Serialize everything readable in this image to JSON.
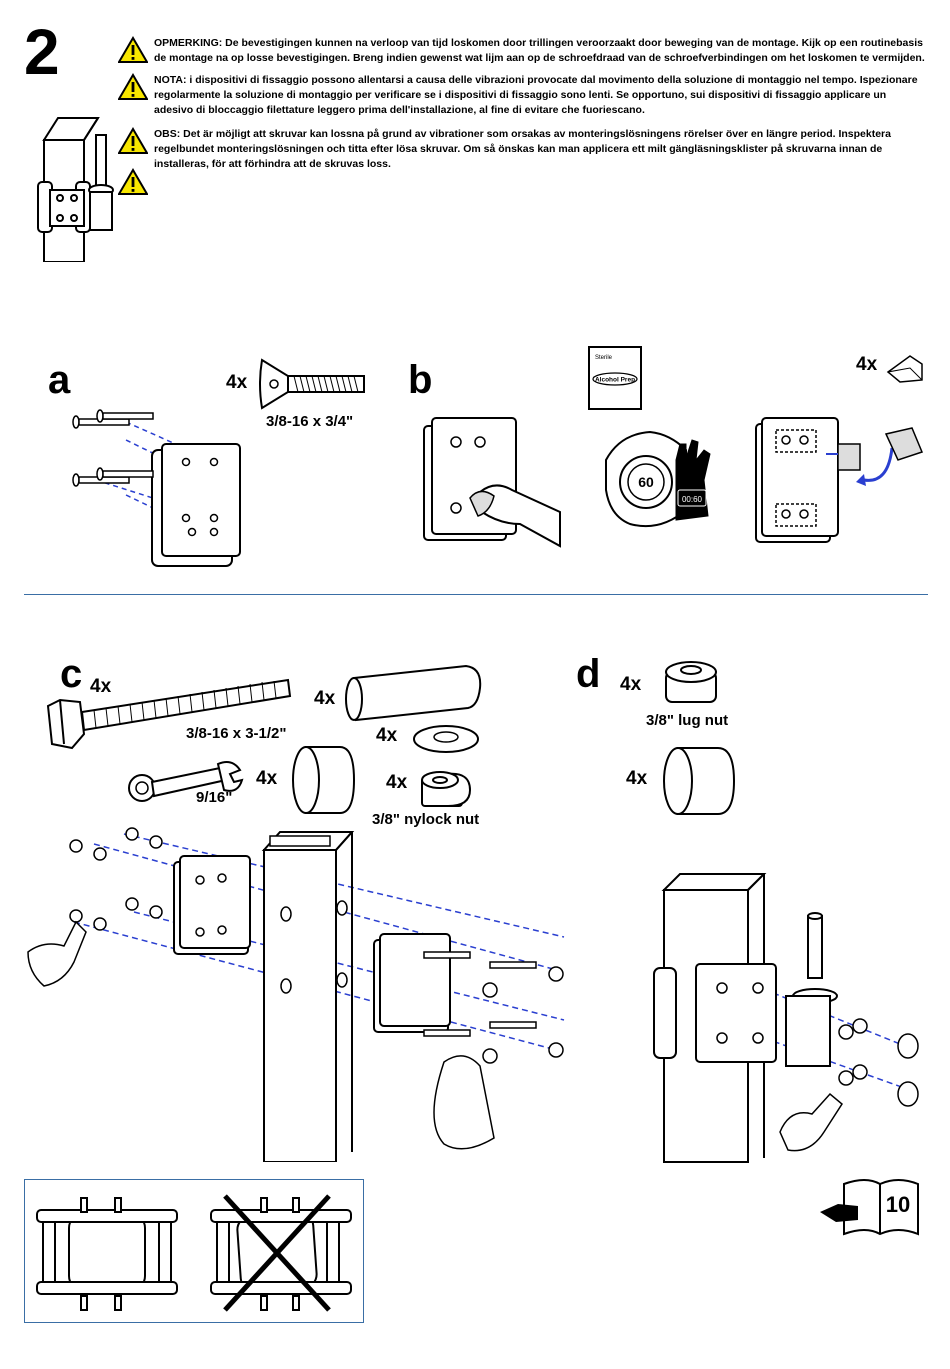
{
  "step": "2",
  "warnings": [
    {
      "lang": "nl",
      "text": "OPMERKING: De bevestigingen kunnen na verloop van tijd loskomen door trillingen veroorzaakt door beweging van de montage. Kijk op een routinebasis de montage na op losse bevestigingen. Breng indien gewenst wat lijm aan op de schroefdraad van de schroefverbindingen om het loskomen te vermijden."
    },
    {
      "lang": "it",
      "text": "NOTA: i dispositivi di fissaggio possono allentarsi a causa delle vibrazioni provocate dal movimento della soluzione di montaggio nel tempo. Ispezionare regolarmente la soluzione di montaggio per verificare se i dispositivi di fissaggio sono lenti. Se opportuno, sui dispositivi di fissaggio applicare un adesivo di bloccaggio filettature leggero prima dell'installazione, al fine di evitare che fuoriescano."
    },
    {
      "lang": "sv",
      "text": "OBS: Det är möjligt att skruvar kan lossna på grund av vibrationer som orsakas av monteringslösningens rörelser över en längre period. Inspektera regelbundet monteringslösningen och titta efter lösa skruvar. Om så önskas kan man applicera ett milt gängläsningsklister på skruvarna innan de installeras, för att förhindra att de skruvas loss."
    }
  ],
  "section_a": {
    "letter": "a",
    "qty": "4x",
    "screw_spec": "3/8-16 x 3/4\""
  },
  "section_b": {
    "letter": "b",
    "wipe_brand": "Sterile",
    "wipe_label": "Alcohol Prep",
    "timer_seconds": "60",
    "timer_display": "00:60",
    "pad_qty": "4x"
  },
  "section_c": {
    "letter": "c",
    "bolt_qty": "4x",
    "bolt_spec": "3/8-16 x 3-1/2\"",
    "spacer_qty": "4x",
    "washer_qty": "4x",
    "wrench_label": "9/16\"",
    "cap_qty": "4x",
    "nut_qty": "4x",
    "nut_label": "3/8\" nylock nut"
  },
  "section_d": {
    "letter": "d",
    "lugnut_qty": "4x",
    "lugnut_label": "3/8\" lug nut",
    "cap_qty": "4x"
  },
  "page_ref": "10",
  "colors": {
    "accent": "#3a6ea5",
    "warning_fill": "#f7e600",
    "line": "#000000",
    "dash": "#2a3fd0"
  }
}
